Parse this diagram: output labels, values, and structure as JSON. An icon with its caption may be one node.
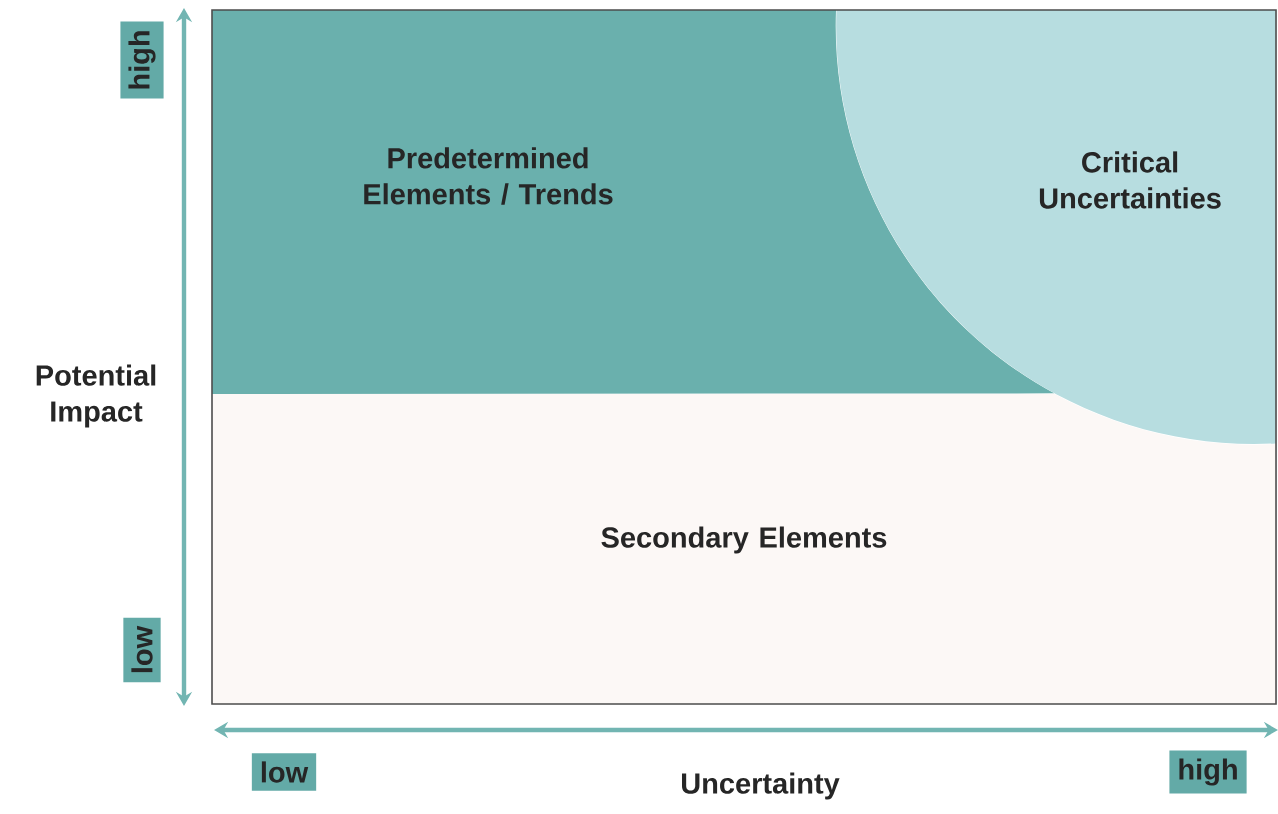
{
  "diagram": {
    "nodes": [
      {
        "text": [
          "Predetermined Elements / Trends"
        ]
      },
      {
        "text": [
          "Critical Uncertainties"
        ]
      },
      {
        "text": [
          "Secondary Elements"
        ]
      }
    ],
    "labels": [
      "high",
      "low",
      "Potential Impact",
      "low",
      "Uncertainty",
      "high"
    ]
  }
}
